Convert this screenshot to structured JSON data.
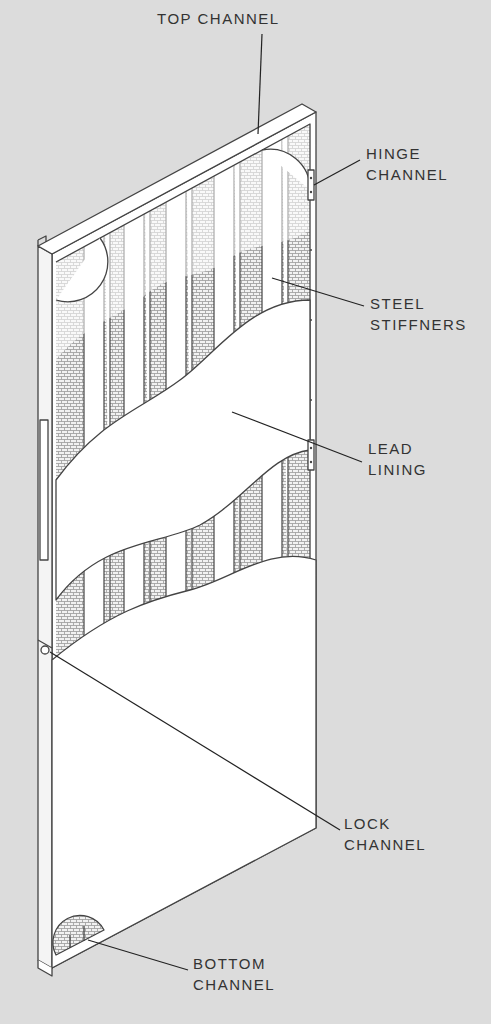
{
  "diagram": {
    "labels": [
      "TOP CHANNEL",
      "HINGE CHANNEL",
      "STEEL STIFFNERS",
      "LEAD LINING",
      "LOCK CHANNEL",
      "BOTTOM CHANNEL"
    ]
  }
}
